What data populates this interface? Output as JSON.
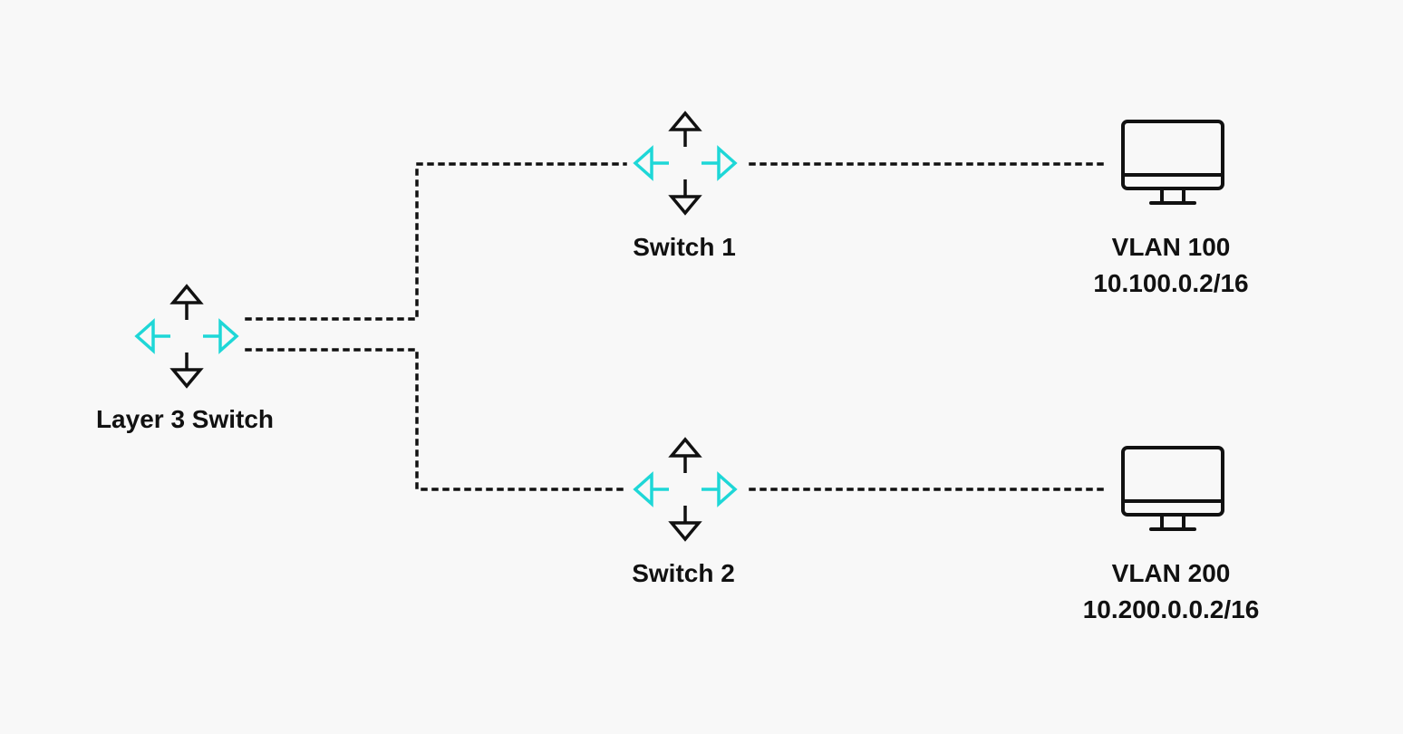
{
  "colors": {
    "background": "#f8f8f8",
    "accent": "#1ed7d7",
    "ink": "#111111"
  },
  "nodes": {
    "l3switch": {
      "label": "Layer 3 Switch",
      "icon": "switch-icon"
    },
    "switch1": {
      "label": "Switch 1",
      "icon": "switch-icon"
    },
    "switch2": {
      "label": "Switch 2",
      "icon": "switch-icon"
    },
    "pc1": {
      "vlan": "VLAN 100",
      "ip": "10.100.0.2/16",
      "icon": "monitor-icon"
    },
    "pc2": {
      "vlan": "VLAN 200",
      "ip": "10.200.0.0.2/16",
      "icon": "monitor-icon"
    }
  },
  "links": [
    {
      "from": "Layer 3 Switch",
      "to": "Switch 1",
      "style": "dotted"
    },
    {
      "from": "Layer 3 Switch",
      "to": "Switch 2",
      "style": "dotted"
    },
    {
      "from": "Switch 1",
      "to": "VLAN 100",
      "style": "dotted"
    },
    {
      "from": "Switch 2",
      "to": "VLAN 200",
      "style": "dotted"
    }
  ]
}
